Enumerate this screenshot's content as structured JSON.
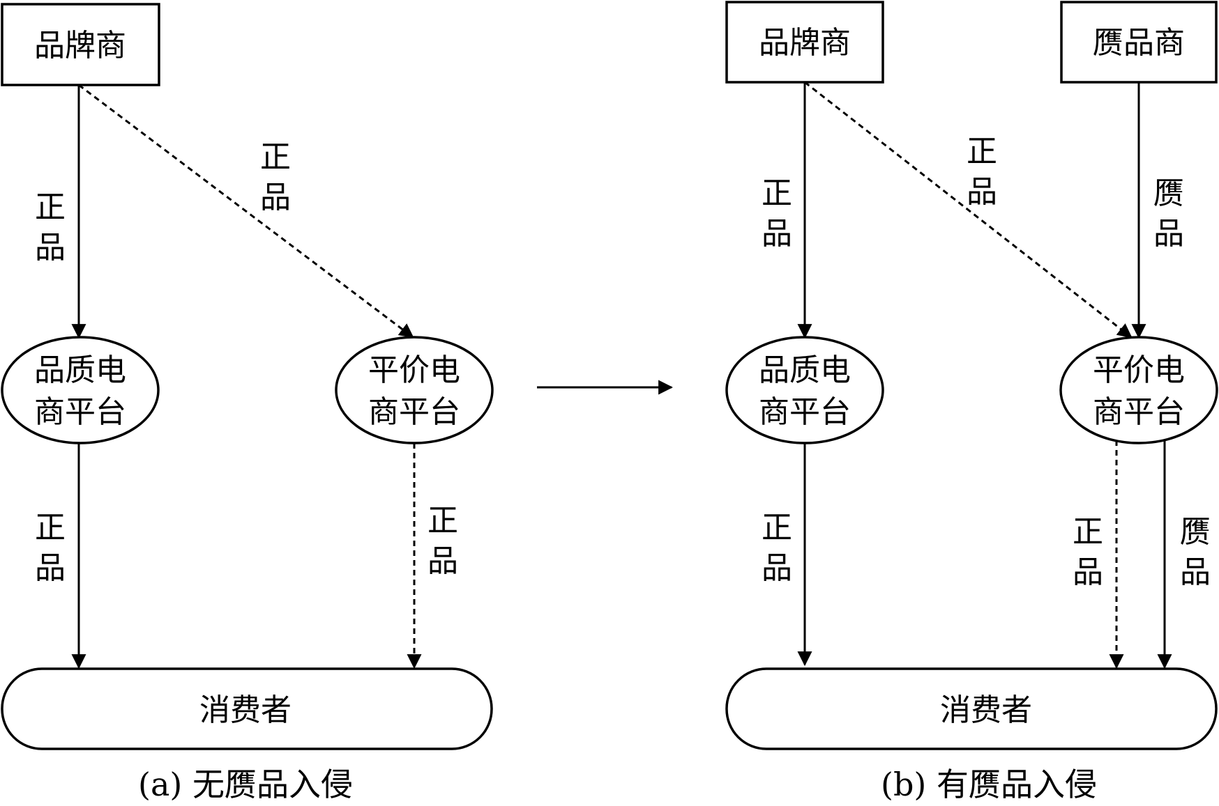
{
  "panel_a": {
    "brand": "品牌商",
    "quality_platform": [
      "品质电",
      "商平台"
    ],
    "budget_platform": [
      "平价电",
      "商平台"
    ],
    "consumer": "消费者",
    "edge_brand_quality": [
      "正",
      "品"
    ],
    "edge_brand_budget": [
      "正",
      "品"
    ],
    "edge_quality_consumer": [
      "正",
      "品"
    ],
    "edge_budget_consumer": [
      "正",
      "品"
    ],
    "caption": "(a) 无赝品入侵"
  },
  "panel_b": {
    "brand": "品牌商",
    "counterfeiter": "赝品商",
    "quality_platform": [
      "品质电",
      "商平台"
    ],
    "budget_platform": [
      "平价电",
      "商平台"
    ],
    "consumer": "消费者",
    "edge_brand_quality": [
      "正",
      "品"
    ],
    "edge_brand_budget": [
      "正",
      "品"
    ],
    "edge_counterfeiter_budget": [
      "赝",
      "品"
    ],
    "edge_quality_consumer": [
      "正",
      "品"
    ],
    "edge_budget_consumer_genuine": [
      "正",
      "品"
    ],
    "edge_budget_consumer_fake": [
      "赝",
      "品"
    ],
    "caption": "(b) 有赝品入侵"
  }
}
